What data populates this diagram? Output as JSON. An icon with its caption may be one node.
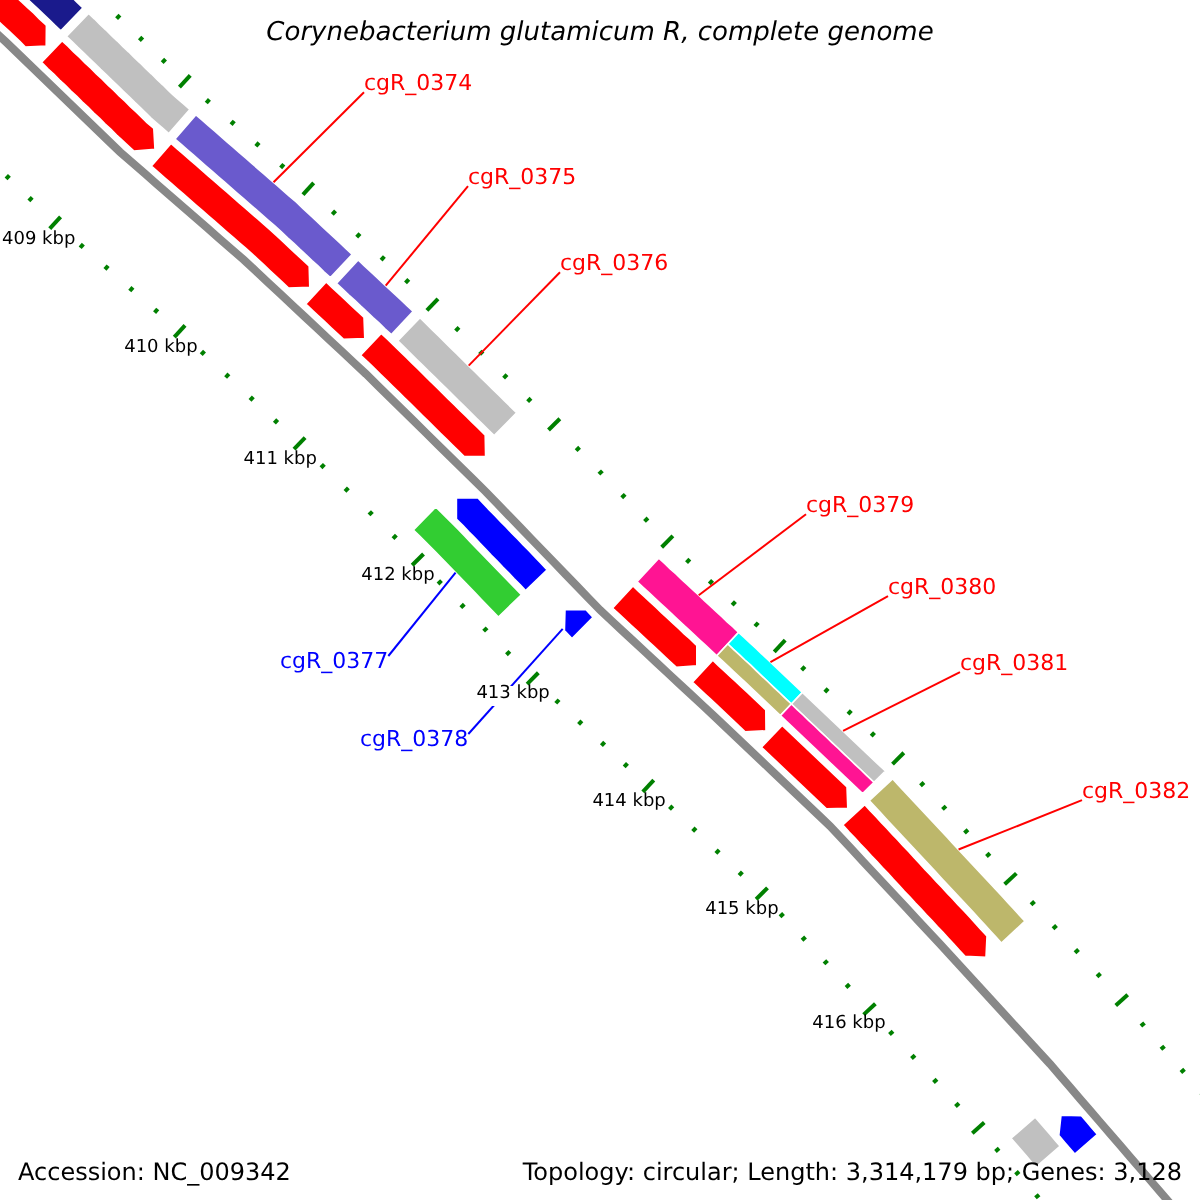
{
  "diagram": {
    "title": "Corynebacterium glutamicum R, complete genome",
    "nodes": [
      {
        "text": [
          "cgR_0374"
        ]
      },
      {
        "text": [],
        "shape": "bar"
      },
      {
        "text": [
          "cgR_0375"
        ]
      },
      {
        "text": [],
        "shape": "bar"
      },
      {
        "text": [
          "cgR_0376"
        ]
      },
      {
        "text": [],
        "shape": "bar"
      },
      {
        "text": [
          "cgR_0379"
        ]
      },
      {
        "text": [],
        "shape": "bar"
      },
      {
        "text": [
          "cgR_0380"
        ]
      },
      {
        "text": [],
        "shape": "bar"
      },
      {
        "text": [
          "cgR_0381"
        ]
      },
      {
        "text": [],
        "shape": "bar"
      },
      {
        "text": [
          "cgR_0382"
        ]
      },
      {
        "text": [],
        "shape": "bar"
      },
      {
        "text": [
          "cgR_0377"
        ]
      },
      {
        "text": [],
        "shape": "bar"
      },
      {
        "text": [
          "cgR_0378"
        ]
      },
      {
        "text": [],
        "shape": "bar"
      },
      {
        "text": [],
        "shape": "bar"
      },
      {
        "text": [],
        "shape": "bar"
      },
      {
        "text": [],
        "shape": "bar"
      },
      {
        "text": [],
        "shape": "bar"
      },
      {
        "text": [],
        "shape": "bar"
      },
      {
        "text": [],
        "shape": "bar"
      },
      {
        "text": [],
        "shape": "bar"
      },
      {
        "text": [],
        "shape": "bar"
      },
      {
        "text": [],
        "shape": "bar"
      },
      {
        "text": [],
        "shape": "bar"
      },
      {
        "text": [],
        "shape": "bar"
      },
      {
        "text": [],
        "shape": "bar"
      },
      {
        "text": [],
        "shape": "bar"
      },
      {
        "text": [],
        "shape": "bar"
      },
      {
        "text": [],
        "shape": "bar"
      },
      {
        "text": [],
        "shape": "bar"
      }
    ],
    "edges": [
      {
        "from": 0,
        "to": 1,
        "arrow": "none"
      },
      {
        "from": 2,
        "to": 3,
        "arrow": "none"
      },
      {
        "from": 4,
        "to": 5,
        "arrow": "none"
      },
      {
        "from": 6,
        "to": 7,
        "arrow": "none"
      },
      {
        "from": 8,
        "to": 9,
        "arrow": "none"
      },
      {
        "from": 10,
        "to": 11,
        "arrow": "none"
      },
      {
        "from": 12,
        "to": 13,
        "arrow": "none"
      },
      {
        "from": 14,
        "to": 15,
        "arrow": "none",
        "color": "#0000ff"
      },
      {
        "from": 16,
        "to": 17,
        "arrow": "none",
        "color": "#0000ff"
      }
    ],
    "labels": [
      "409 kbp",
      "410 kbp",
      "411 kbp",
      "412 kbp",
      "413 kbp",
      "414 kbp",
      "415 kbp",
      "416 kbp",
      "Accession: NC_009342",
      "Topology: circular; Length: 3,314,179 bp; Genes: 3,128"
    ]
  }
}
